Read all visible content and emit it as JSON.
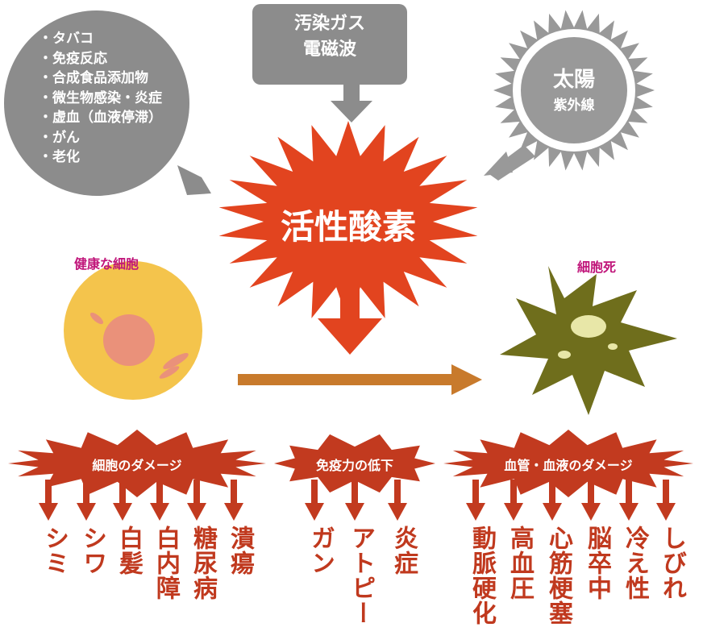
{
  "causes_bubble": {
    "items": [
      "タバコ",
      "免疫反応",
      "合成食品添加物",
      "微生物感染・炎症",
      "虚血（血液停滞）",
      "がん",
      "老化"
    ]
  },
  "top_box": {
    "line1": "汚染ガス",
    "line2": "電磁波"
  },
  "sun": {
    "title": "太陽",
    "subtitle": "紫外線"
  },
  "core": {
    "label": "活性酸素"
  },
  "healthy_cell": {
    "label": "健康な細胞"
  },
  "dead_cell": {
    "label": "細胞死"
  },
  "groups": [
    {
      "title": "細胞のダメージ",
      "effects": [
        "シミ",
        "シワ",
        "白髪",
        "白内障",
        "糖尿病",
        "潰瘍"
      ]
    },
    {
      "title": "免疫力の低下",
      "effects": [
        "ガン",
        "アトピー",
        "炎症"
      ]
    },
    {
      "title": "血管・血液のダメージ",
      "effects": [
        "動脈硬化",
        "高血圧",
        "心筋梗塞",
        "脳卒中",
        "冷え性",
        "しびれ"
      ]
    }
  ],
  "colors": {
    "gray": "#8c8c8c",
    "core": "#e2441f",
    "banner": "#c23a1f",
    "arrow": "#c87a2c",
    "cell": "#f4c44c",
    "nucleus": "#ea917a",
    "dead": "#6f6e1c",
    "label": "#c0157a"
  }
}
